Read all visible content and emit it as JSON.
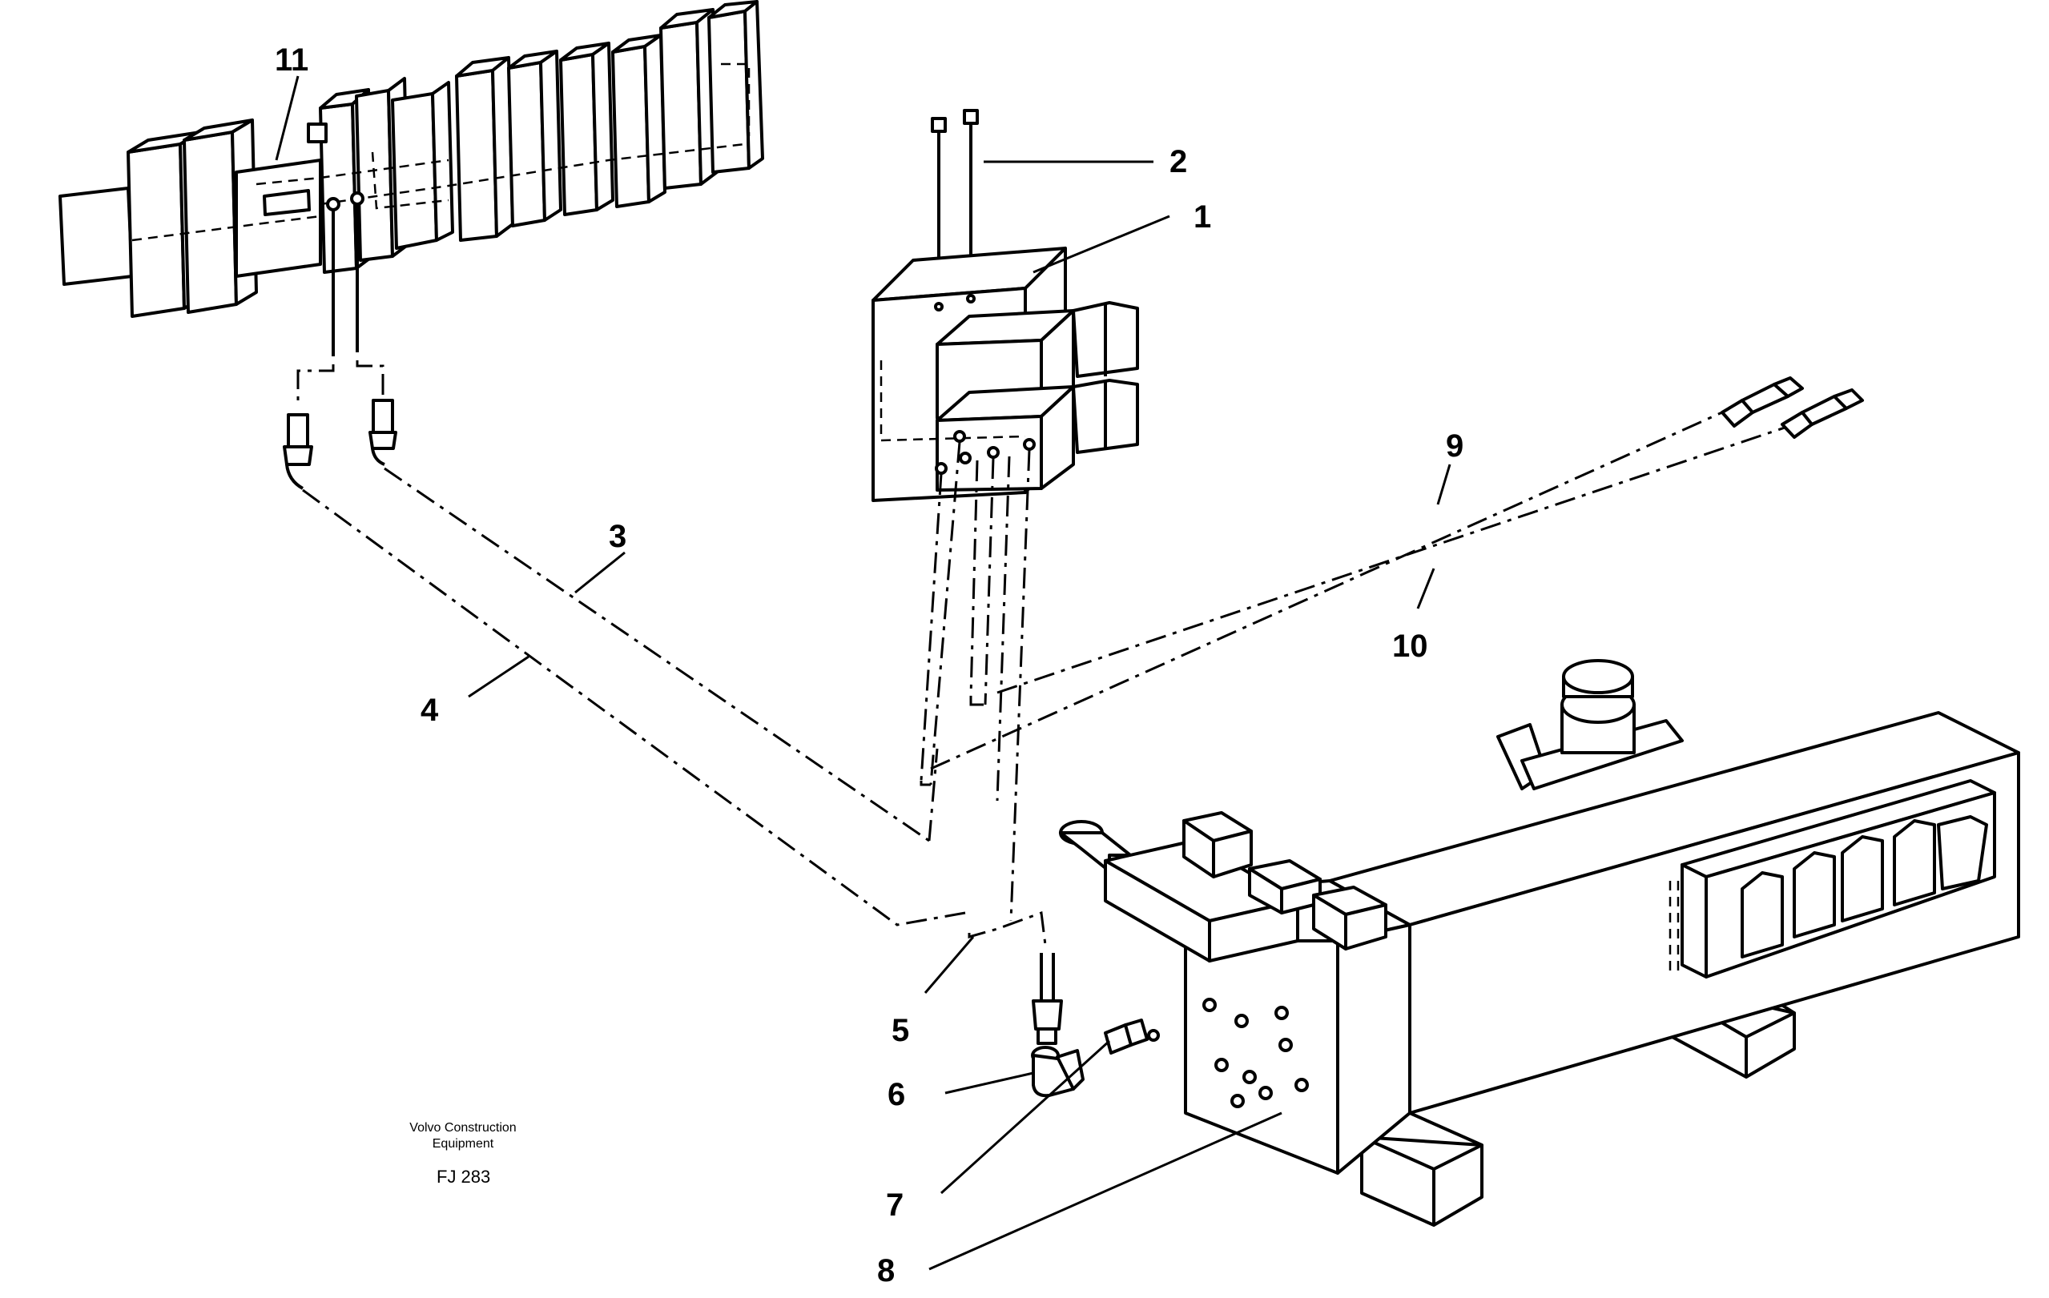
{
  "callouts": {
    "c1": "1",
    "c2": "2",
    "c3": "3",
    "c4": "4",
    "c5": "5",
    "c6": "6",
    "c7": "7",
    "c8": "8",
    "c9": "9",
    "c10": "10",
    "c11": "11"
  },
  "caption": {
    "company_line1": "Volvo Construction",
    "company_line2": "Equipment",
    "code": "FJ 283"
  }
}
